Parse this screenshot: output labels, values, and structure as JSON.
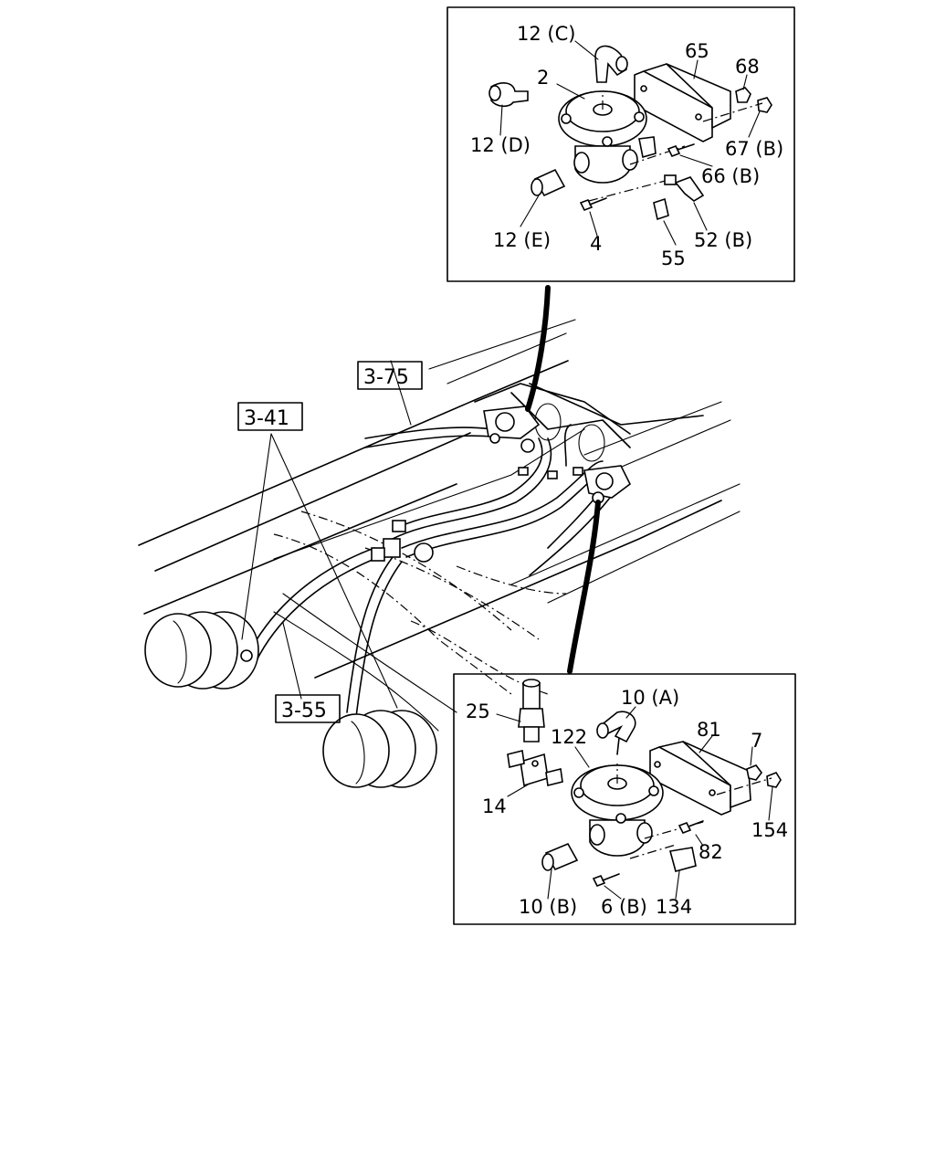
{
  "upper_detail": {
    "labels": {
      "p12c": "12 (C)",
      "p2": "2",
      "p65": "65",
      "p68": "68",
      "p12d": "12 (D)",
      "p67b": "67 (B)",
      "p66b": "66 (B)",
      "p12e": "12 (E)",
      "p4": "4",
      "p55": "55",
      "p52b": "52 (B)"
    }
  },
  "lower_detail": {
    "labels": {
      "p25": "25",
      "p10a": "10 (A)",
      "p81": "81",
      "p7": "7",
      "p122": "122",
      "p14": "14",
      "p154": "154",
      "p82": "82",
      "p10b": "10 (B)",
      "p6b": "6 (B)",
      "p134": "134"
    }
  },
  "references": {
    "r375": "3-75",
    "r341": "3-41",
    "r355": "3-55"
  }
}
